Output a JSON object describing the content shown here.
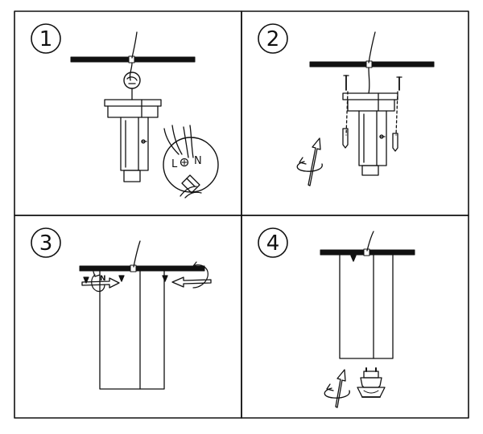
{
  "steps": [
    {
      "number": "1"
    },
    {
      "number": "2"
    },
    {
      "number": "3"
    },
    {
      "number": "4"
    }
  ],
  "wire_labels": {
    "live": "L",
    "neutral": "N",
    "neutral_small": "N"
  },
  "colors": {
    "ink": "#111111",
    "ceiling": "#222222",
    "background": "#ffffff"
  }
}
